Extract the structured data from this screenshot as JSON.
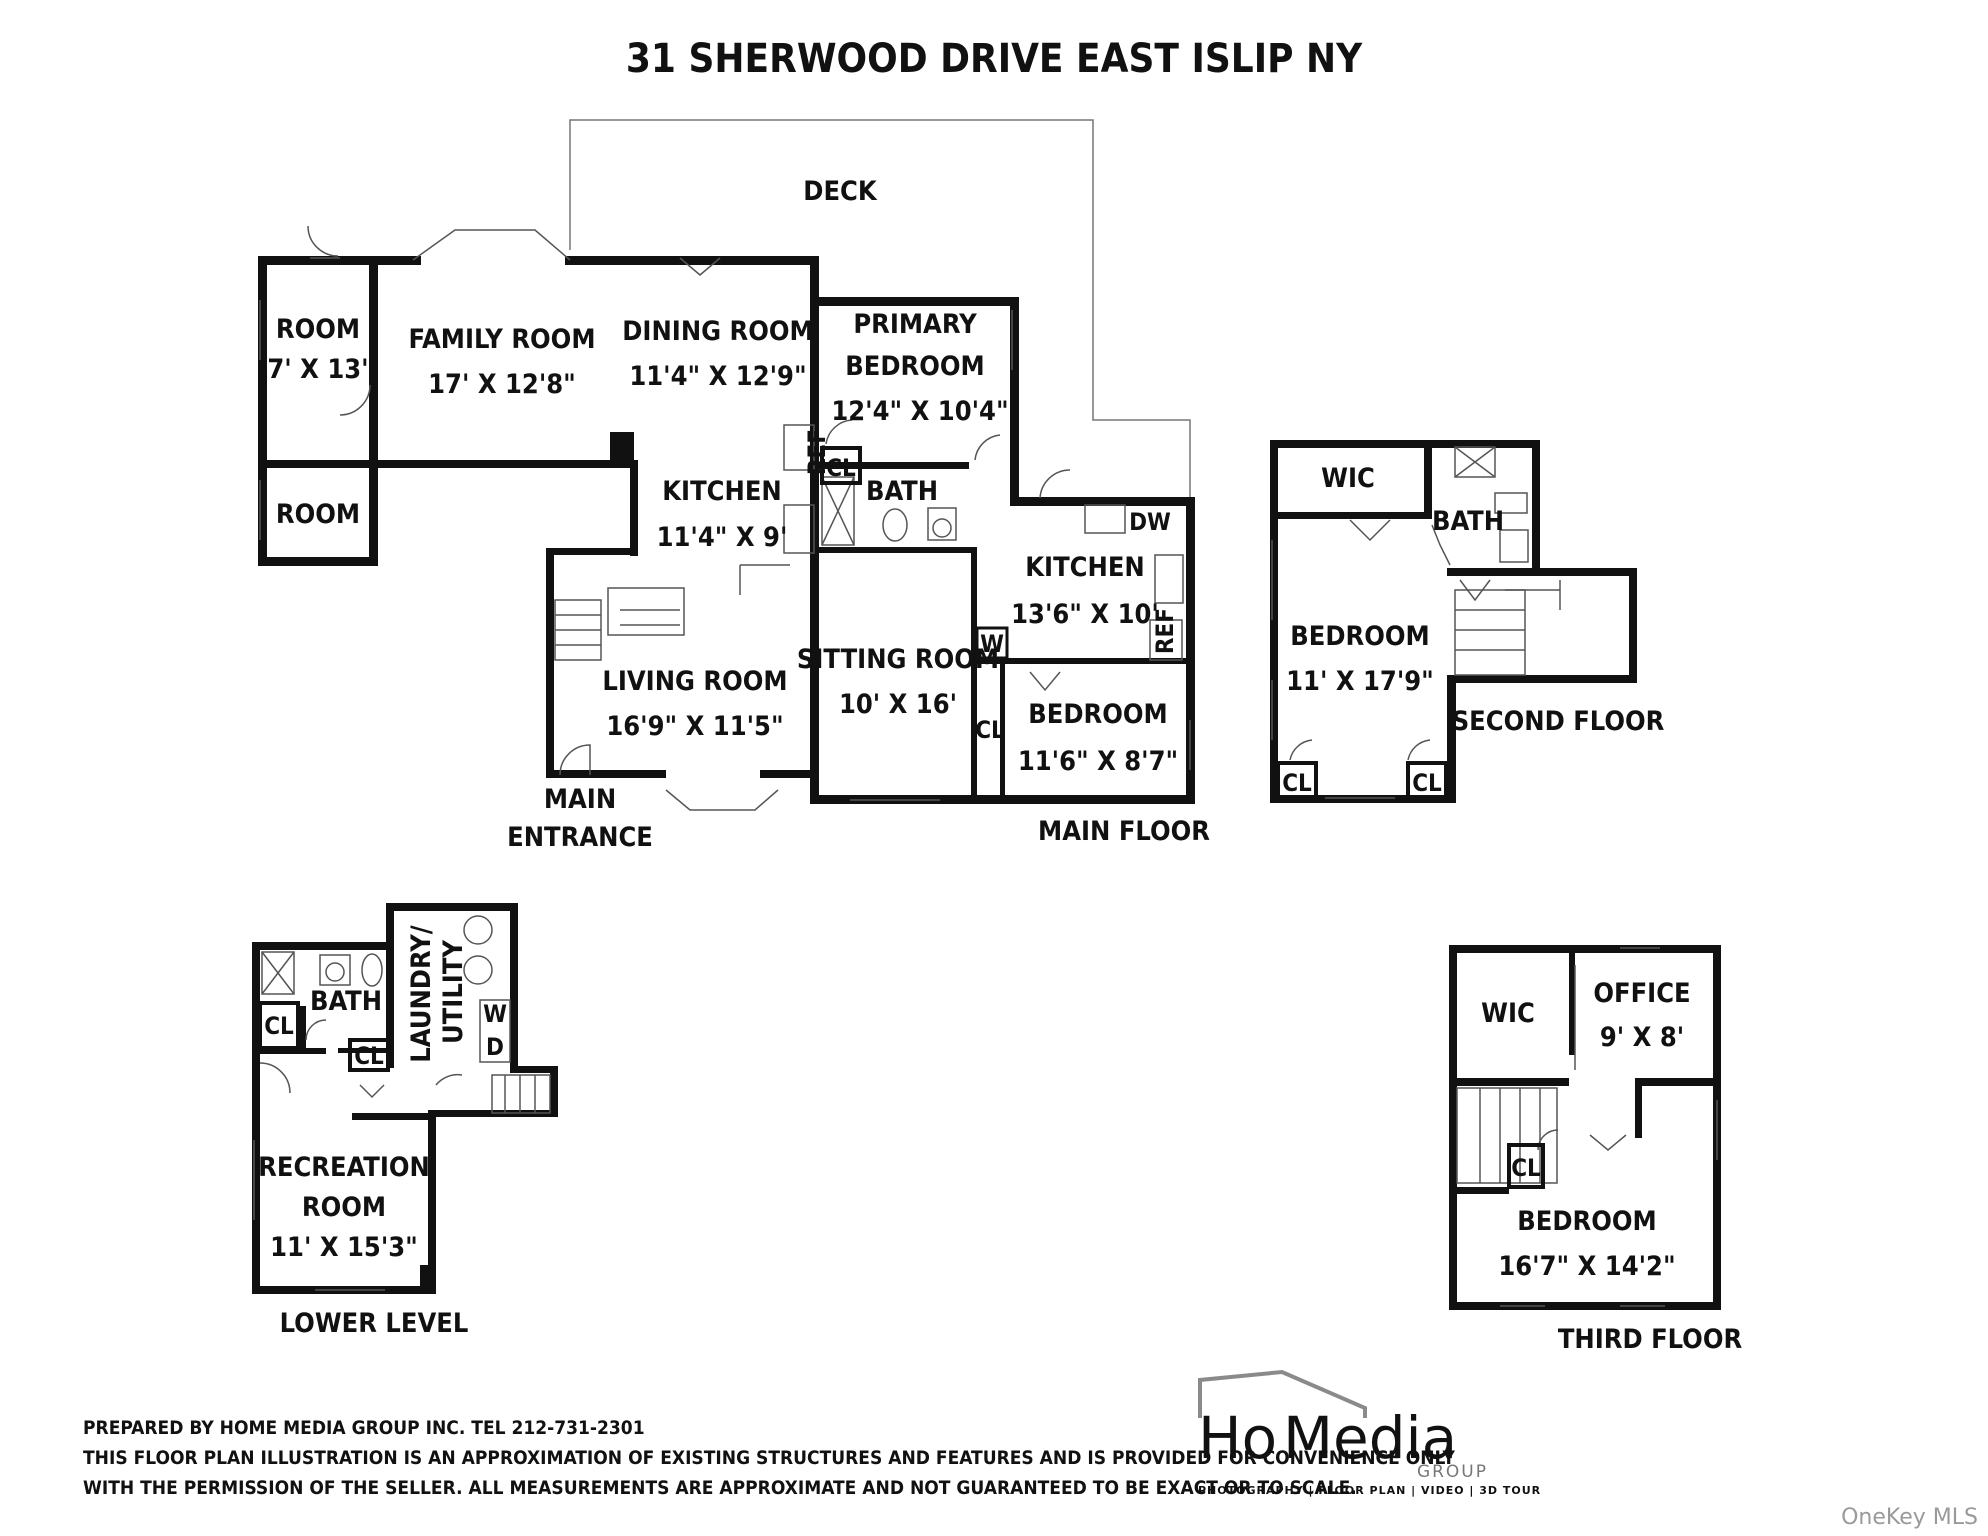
{
  "title": "31 SHERWOOD DRIVE EAST ISLIP NY",
  "floors": {
    "main": {
      "label": "MAIN FLOOR",
      "deck": "DECK",
      "rooms": [
        {
          "name": "ROOM",
          "dims": "7' X 13'"
        },
        {
          "name": "FAMILY ROOM",
          "dims": "17' X 12'8\""
        },
        {
          "name": "DINING ROOM",
          "dims": "11'4\" X 12'9\""
        },
        {
          "name": "PRIMARY BEDROOM",
          "dims": "12'4\" X 10'4\""
        },
        {
          "name": "ROOM",
          "dims": ""
        },
        {
          "name": "KITCHEN",
          "dims": "11'4\" X 9'"
        },
        {
          "name": "BATH",
          "dims": ""
        },
        {
          "name": "KITCHEN",
          "dims": "13'6\" X 10'"
        },
        {
          "name": "SITTING ROOM",
          "dims": "10' X 16'"
        },
        {
          "name": "LIVING ROOM",
          "dims": "16'9\" X 11'5\""
        },
        {
          "name": "BEDROOM",
          "dims": "11'6\" X 8'7\""
        }
      ],
      "tags": [
        "REF",
        "CL",
        "DW",
        "REF",
        "W",
        "CL"
      ],
      "entrance": [
        "MAIN",
        "ENTRANCE"
      ]
    },
    "second": {
      "label": "SECOND FLOOR",
      "rooms": [
        {
          "name": "WIC",
          "dims": ""
        },
        {
          "name": "BATH",
          "dims": ""
        },
        {
          "name": "BEDROOM",
          "dims": "11' X 17'9\""
        }
      ],
      "tags": [
        "CL",
        "CL"
      ]
    },
    "lower": {
      "label": "LOWER LEVEL",
      "rooms": [
        {
          "name": "BATH",
          "dims": ""
        },
        {
          "name": "LAUNDRY/",
          "dims": "UTILITY"
        },
        {
          "name": "RECREATION ROOM",
          "dims": "11' X 15'3\""
        }
      ],
      "tags": [
        "CL",
        "CL",
        "W",
        "D"
      ]
    },
    "third": {
      "label": "THIRD FLOOR",
      "rooms": [
        {
          "name": "WIC",
          "dims": ""
        },
        {
          "name": "OFFICE",
          "dims": "9' X 8'"
        },
        {
          "name": "BEDROOM",
          "dims": "16'7\" X 14'2\""
        }
      ],
      "tags": [
        "CL"
      ]
    }
  },
  "footer": {
    "line1": "PREPARED BY  HOME MEDIA GROUP INC.  TEL 212-731-2301",
    "line2": "THIS FLOOR PLAN ILLUSTRATION IS AN APPROXIMATION OF EXISTING STRUCTURES AND FEATURES AND IS PROVIDED FOR CONVENIENCE ONLY",
    "line3": "WITH THE PERMISSION OF THE SELLER. ALL MEASUREMENTS ARE APPROXIMATE AND NOT GUARANTEED TO BE EXACT OR TO SCALE."
  },
  "logo": {
    "ho": "Ho",
    "media": "Media",
    "group": "GROUP",
    "tagline": "PHOTOGRAPHY | FLOOR PLAN | VIDEO | 3D TOUR"
  },
  "watermark": "OneKey MLS"
}
